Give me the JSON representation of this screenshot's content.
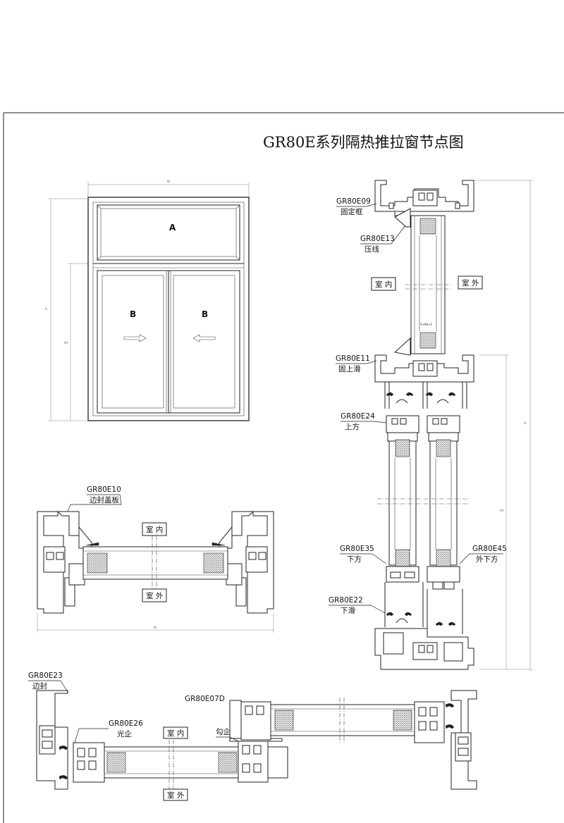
{
  "title": "GR80E系列隔热推拉窗节点图",
  "elevation": {
    "top_pane": "A",
    "left_sash": "B",
    "right_sash": "B",
    "width_dim": "W",
    "height_dim": "H",
    "sash_height_dim": "H1"
  },
  "vertical_section": {
    "fixed_frame_code": "GR80E09",
    "fixed_frame_name": "固定框",
    "bead_code": "GR80E13",
    "bead_name": "压线",
    "indoor": "室 内",
    "outdoor": "室 外",
    "glass_spec": "5+9A+5",
    "upper_track_code": "GR80E11",
    "upper_track_name": "固上滑",
    "top_rail_code": "GR80E24",
    "top_rail_name": "上方",
    "bottom_rail_code": "GR80E35",
    "bottom_rail_name": "下方",
    "outer_bottom_rail_code": "GR80E45",
    "outer_bottom_rail_name": "外下方",
    "lower_track_code": "GR80E22",
    "lower_track_name": "下滑",
    "height_dim": "H1",
    "height_dim_2": "H"
  },
  "side_section": {
    "cover_code": "GR80E10",
    "cover_name": "边封盖板",
    "indoor": "室 内",
    "outdoor": "室 外",
    "width_dim": "W"
  },
  "horizontal_section": {
    "side_seal_code": "GR80E23",
    "side_seal_name": "边封",
    "light_stile_code": "GR80E26",
    "light_stile_name": "光企",
    "hook_stile_code": "GR80E07D",
    "hook_stile_name": "勾企",
    "indoor": "室 内",
    "outdoor": "室 外"
  }
}
